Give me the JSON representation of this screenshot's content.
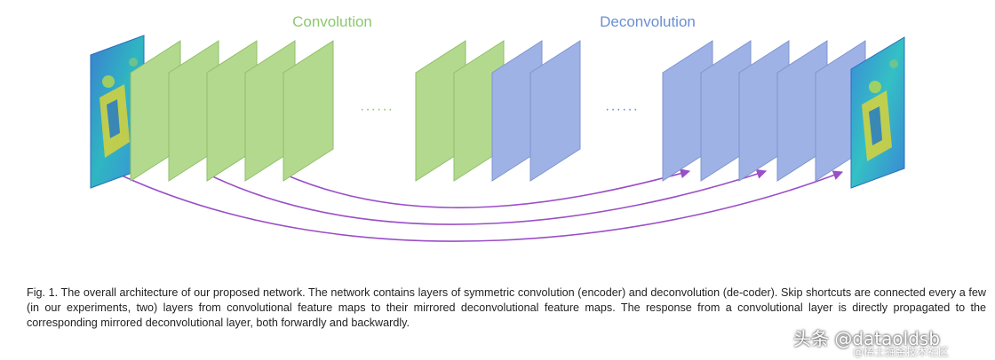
{
  "diagram": {
    "encoder_label": "Convolution",
    "decoder_label": "Deconvolution",
    "ellipsis_left": "······",
    "ellipsis_right": "······",
    "colors": {
      "conv_fill": "#b3d98e",
      "conv_edge": "#8fbf68",
      "deconv_fill": "#9fb2e6",
      "deconv_edge": "#7f94cf",
      "label_conv": "#8cc870",
      "label_deconv": "#6b8fd0",
      "skip_arrow": "#9a4ec7"
    }
  },
  "caption": {
    "text": "Fig. 1. The overall architecture of our proposed network. The network contains layers of symmetric convolution (encoder) and deconvolution (de-coder). Skip shortcuts are connected every a few (in our experiments, two) layers from convolutional feature maps to their mirrored deconvolutional feature maps. The response from a convolutional layer is directly propagated to the corresponding mirrored deconvolutional layer, both forwardly and backwardly."
  },
  "watermark": {
    "text": "头条 @dataoldsb",
    "sub": "@稀土掘金技术社区"
  }
}
